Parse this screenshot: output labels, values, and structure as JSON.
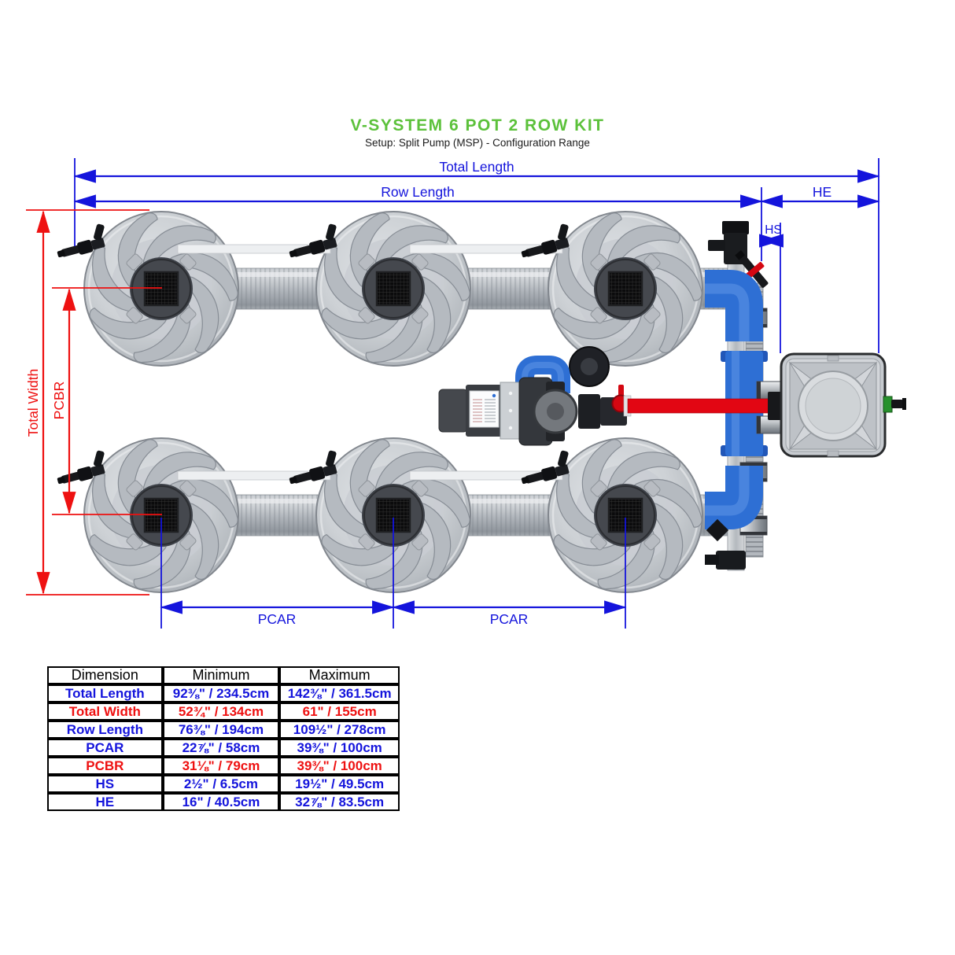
{
  "title": "V-SYSTEM 6 POT 2 ROW KIT",
  "subtitle": "Setup: Split Pump (MSP) - Configuration Range",
  "colors": {
    "title_green": "#5cc13b",
    "dimension_blue": "#1414dc",
    "dimension_red": "#ee1111",
    "pipe_blue": "#2e6fd4",
    "pipe_red": "#e20613",
    "pot_gray": "#c3c7cc"
  },
  "dimensions": {
    "total_length": "Total Length",
    "row_length": "Row Length",
    "he": "HE",
    "hs": "HS",
    "total_width": "Total Width",
    "pcbr": "PCBR",
    "pcar_left": "PCAR",
    "pcar_right": "PCAR"
  },
  "table": {
    "headers": [
      "Dimension",
      "Minimum",
      "Maximum"
    ],
    "rows": [
      {
        "dimension": "Total Length",
        "minimum": "92⅜\" / 234.5cm",
        "maximum": "142⅜\" / 361.5cm",
        "color": "blue"
      },
      {
        "dimension": "Total Width",
        "minimum": "52¾\" / 134cm",
        "maximum": "61\" / 155cm",
        "color": "red"
      },
      {
        "dimension": "Row Length",
        "minimum": "76⅜\" / 194cm",
        "maximum": "109½\" / 278cm",
        "color": "blue"
      },
      {
        "dimension": "PCAR",
        "minimum": "22⅞\" / 58cm",
        "maximum": "39⅜\" / 100cm",
        "color": "blue"
      },
      {
        "dimension": "PCBR",
        "minimum": "31⅛\" / 79cm",
        "maximum": "39⅜\" / 100cm",
        "color": "red"
      },
      {
        "dimension": "HS",
        "minimum": "2½\" / 6.5cm",
        "maximum": "19½\" / 49.5cm",
        "color": "blue"
      },
      {
        "dimension": "HE",
        "minimum": "16\" / 40.5cm",
        "maximum": "32⅞\" / 83.5cm",
        "color": "blue"
      }
    ]
  }
}
